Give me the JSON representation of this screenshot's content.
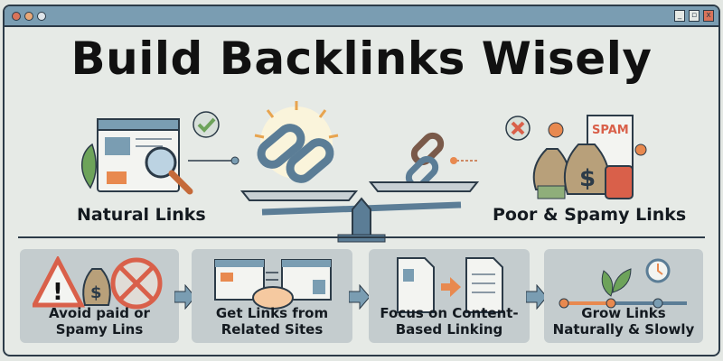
{
  "window": {
    "controls": [
      "minimize",
      "maximize",
      "close"
    ]
  },
  "title": "Build Backlinks Wisely",
  "left_label": "Natural Links",
  "right_label": "Poor & Spamy Links",
  "spam_text": "SPAM",
  "steps": [
    {
      "line1": "Avoid paid or",
      "line2": "Spamy Lins"
    },
    {
      "line1": "Get Links from",
      "line2": "Related Sites"
    },
    {
      "line1": "Focus on Content-",
      "line2": "Based Linking"
    },
    {
      "line1": "Grow Links",
      "line2": "Naturally & Slowly"
    }
  ],
  "colors": {
    "titlebar": "#7a9db2",
    "accent": "#e8894f",
    "danger": "#d9604a",
    "link_blue": "#5b7d96",
    "green": "#6da35a"
  }
}
